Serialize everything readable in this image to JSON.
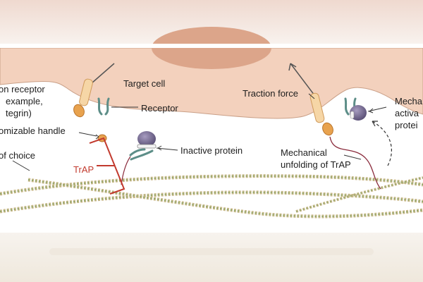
{
  "labels": {
    "target_cell": "Target cell",
    "traction_receptor_1": "on receptor",
    "traction_receptor_2": "example,",
    "traction_receptor_3": "tegrin)",
    "receptor": "Receptor",
    "traction_force": "Traction force",
    "handle": "omizable handle",
    "inactive_protein": "Inactive protein",
    "trap": "TrAP",
    "matrix": "of choice",
    "unfolding_1": "Mechanical",
    "unfolding_2": "unfolding of TrAP",
    "activated_1": "Mecha",
    "activated_2": "activa",
    "activated_3": "protei"
  },
  "colors": {
    "cell": "#f3d1bd",
    "cell_nucleus": "#dca58a",
    "cell_edge": "#caa088",
    "receptor_green": "#5d8e88",
    "receptor_orange": "#e8a24e",
    "protein": "#7d7296",
    "trap_red": "#c23a2e",
    "fiber_tan": "#c9b98a",
    "fiber_green": "#8ea66a"
  }
}
